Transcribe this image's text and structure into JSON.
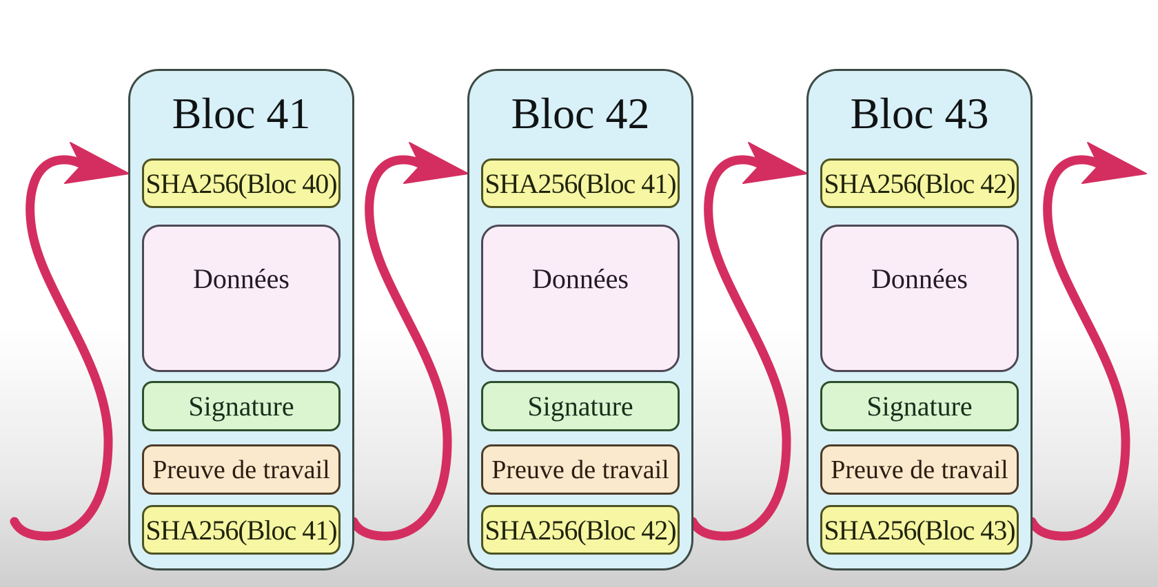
{
  "colors": {
    "page_bg_top": "#ffffff",
    "page_bg_bottom": "#cfcfcf",
    "block_bg": "#d8f0f7",
    "hash_bg": "#f6f6a3",
    "data_bg": "#fbedf7",
    "sig_bg": "#dbf5d1",
    "pow_bg": "#fae9cc",
    "arrow": "#d42e60"
  },
  "blocks": [
    {
      "title": "Bloc 41",
      "fields": {
        "previous_hash": "SHA256(Bloc 40)",
        "data": "Données",
        "signature": "Signature",
        "proof_of_work": "Preuve de travail",
        "block_hash": "SHA256(Bloc 41)"
      }
    },
    {
      "title": "Bloc 42",
      "fields": {
        "previous_hash": "SHA256(Bloc 41)",
        "data": "Données",
        "signature": "Signature",
        "proof_of_work": "Preuve de travail",
        "block_hash": "SHA256(Bloc 42)"
      }
    },
    {
      "title": "Bloc 43",
      "fields": {
        "previous_hash": "SHA256(Bloc 42)",
        "data": "Données",
        "signature": "Signature",
        "proof_of_work": "Preuve de travail",
        "block_hash": "SHA256(Bloc 43)"
      }
    }
  ]
}
